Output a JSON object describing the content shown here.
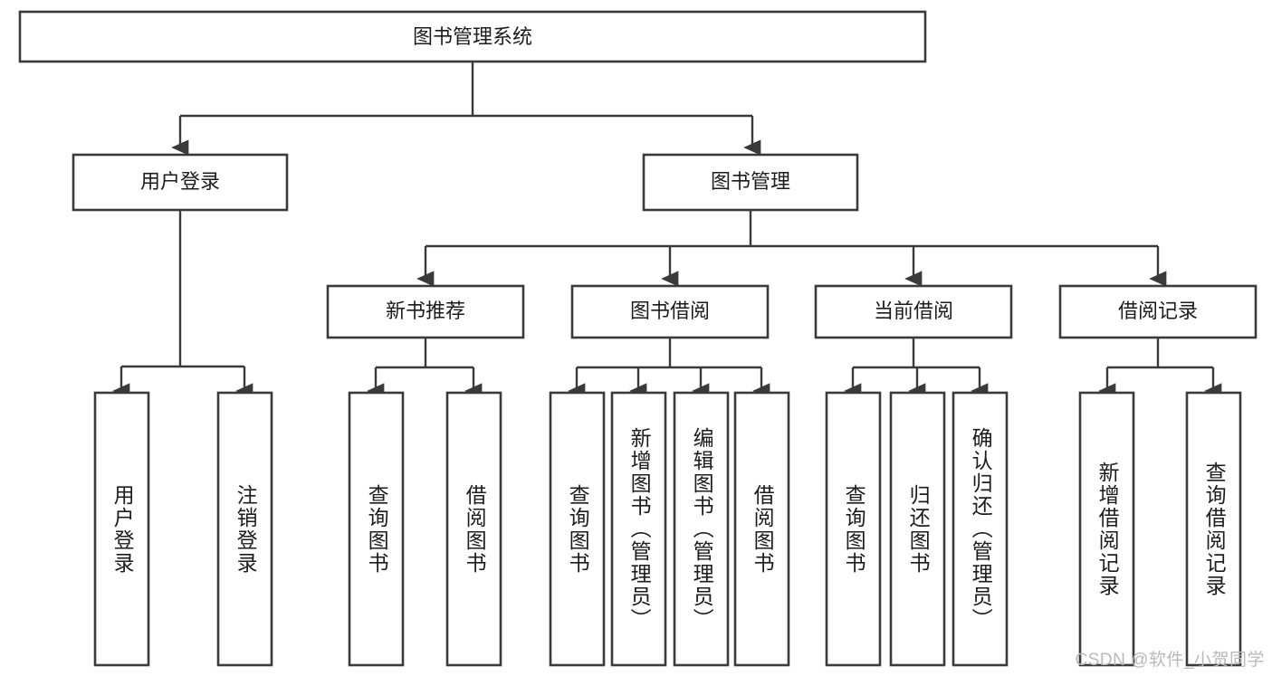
{
  "diagram": {
    "title": "图书管理系统",
    "watermark": "CSDN @软件_小贺同学",
    "colors": {
      "stroke": "#3a3a3a",
      "box_fill": "#ffffff",
      "text": "#1c1c1c",
      "background": "#ffffff",
      "watermark": "#b9b9b9"
    },
    "root": {
      "label": "图书管理系统"
    },
    "level2": [
      {
        "label": "用户登录"
      },
      {
        "label": "图书管理"
      }
    ],
    "level3": [
      {
        "label": "新书推荐"
      },
      {
        "label": "图书借阅"
      },
      {
        "label": "当前借阅"
      },
      {
        "label": "借阅记录"
      }
    ],
    "leaves": {
      "user_login": [
        {
          "label": "用户登录"
        },
        {
          "label": "注销登录"
        }
      ],
      "new_book_recommend": [
        {
          "label": "查询图书"
        },
        {
          "label": "借阅图书"
        }
      ],
      "book_borrow": [
        {
          "label": "查询图书"
        },
        {
          "label": "新增图书（管理员）"
        },
        {
          "label": "编辑图书（管理员）"
        },
        {
          "label": "借阅图书"
        }
      ],
      "current_borrow": [
        {
          "label": "查询图书"
        },
        {
          "label": "归还图书"
        },
        {
          "label": "确认归还（管理员）"
        }
      ],
      "borrow_records": [
        {
          "label": "新增借阅记录"
        },
        {
          "label": "查询借阅记录"
        }
      ]
    }
  }
}
